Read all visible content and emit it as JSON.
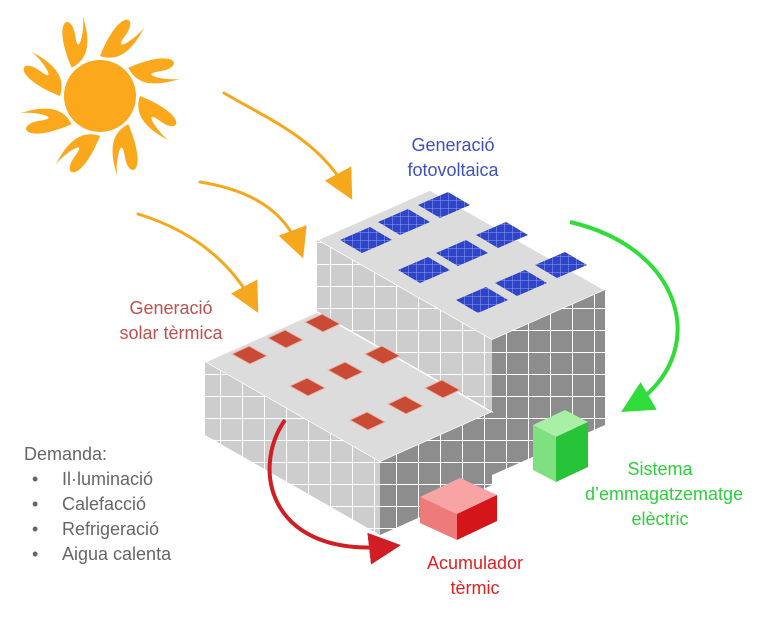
{
  "labels": {
    "photovoltaic": [
      "Generació",
      "fotovoltaica"
    ],
    "solar_thermal": [
      "Generació",
      "solar tèrmica"
    ],
    "electric_storage": [
      "Sistema",
      "d’emmagatzematge",
      "elèctric"
    ],
    "thermal_storage": [
      "Acumulador",
      "tèrmic"
    ]
  },
  "demand": {
    "title": "Demanda:",
    "items": [
      "Il·luminació",
      "Calefacció",
      "Refrigeració",
      "Aigua calenta"
    ]
  },
  "colors": {
    "sun": "#fba81c",
    "sun_arrows": "#f7a71b",
    "pv_panels": "#2f45c9",
    "thermal_panels": "#c94b35",
    "electric_arrow": "#2fdc3a",
    "electric_box": "#2ecb45",
    "thermal_arrow": "#d11e24",
    "thermal_box": "#e02226",
    "building": "#c8c8c8"
  },
  "icons": [
    "sun-icon",
    "building-icon",
    "photovoltaic-panel-icon",
    "solar-thermal-panel-icon",
    "battery-box-icon",
    "thermal-accumulator-icon"
  ]
}
